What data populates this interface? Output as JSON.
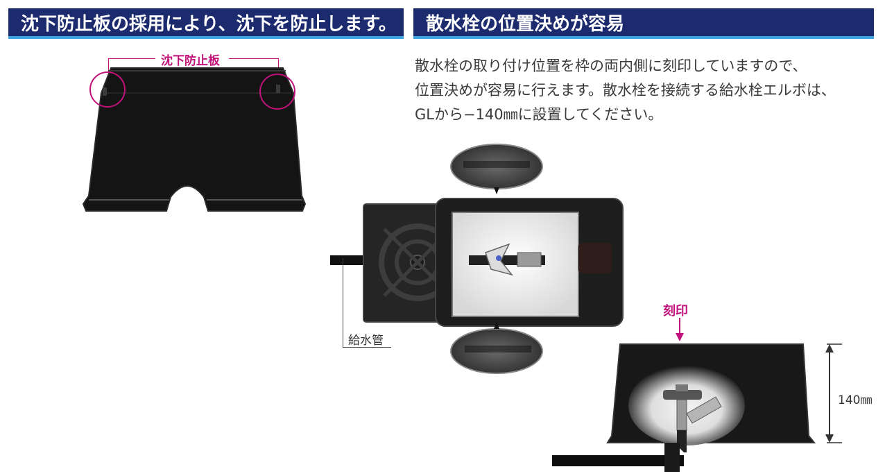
{
  "left_section": {
    "banner_title": "沈下防止板の採用により、沈下を防止します。",
    "callout_label": "沈下防止板"
  },
  "right_section": {
    "banner_title": "散水栓の位置決めが容易",
    "description_lines": [
      "散水栓の取り付け位置を枠の両内側に刻印していますので、",
      "位置決めが容易に行えます。散水栓を接続する給水栓エルボは、",
      "GLから−140㎜に設置してください。"
    ],
    "pipe_label": "給水管",
    "engraving_label": "刻印",
    "depth_label": "140㎜"
  },
  "colors": {
    "banner_bg": "#1c2a6e",
    "banner_underline": "#3aa3e0",
    "accent_magenta": "#c0127a"
  }
}
